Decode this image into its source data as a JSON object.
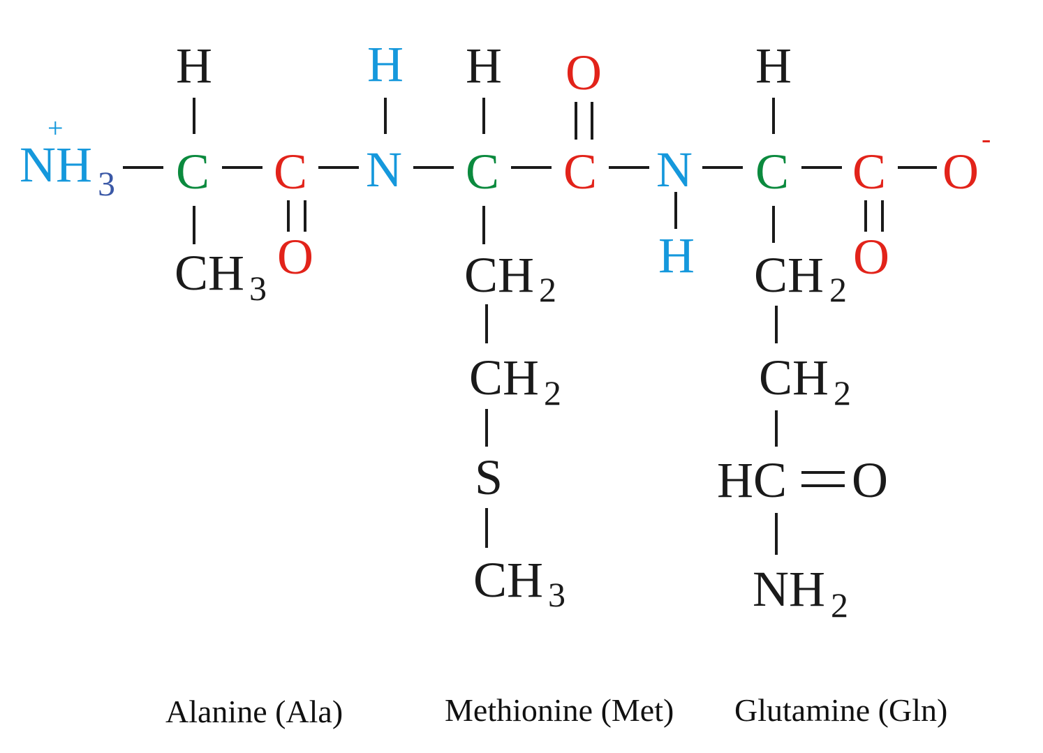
{
  "colors": {
    "amine": "#1598dc",
    "alpha_carbon": "#0b8a3e",
    "carbonyl": "#e2231a",
    "other": "#1a1a1a"
  },
  "backbone": {
    "n_terminus": "NH",
    "n_terminus_sub": "3",
    "charge_plus": "+",
    "c1_alpha": "C",
    "c1_carbonyl": "C",
    "n2": "N",
    "c2_alpha": "C",
    "c2_carbonyl": "C",
    "n3": "N",
    "c3_alpha": "C",
    "c3_carbonyl": "C",
    "o_terminal": "O",
    "charge_minus": "-",
    "h1": "H",
    "h_n2": "H",
    "h2": "H",
    "o2": "O",
    "h3": "H",
    "o1": "O",
    "h_n3": "H",
    "o3": "O"
  },
  "alanine_side": {
    "ch": "CH",
    "sub": "3"
  },
  "methionine_side": {
    "ch2a": "CH",
    "sub_a": "2",
    "ch2b": "CH",
    "sub_b": "2",
    "s": "S",
    "ch3": "CH",
    "sub_c": "3"
  },
  "glutamine_side": {
    "ch2a": "CH",
    "sub_a": "2",
    "ch2b": "CH",
    "sub_b": "2",
    "hc": "HC",
    "o": "O",
    "nh2": "NH",
    "sub_c": "2"
  },
  "labels": {
    "alanine": "Alanine (Ala)",
    "methionine": "Methionine (Met)",
    "glutamine": "Glutamine (Gln)"
  }
}
